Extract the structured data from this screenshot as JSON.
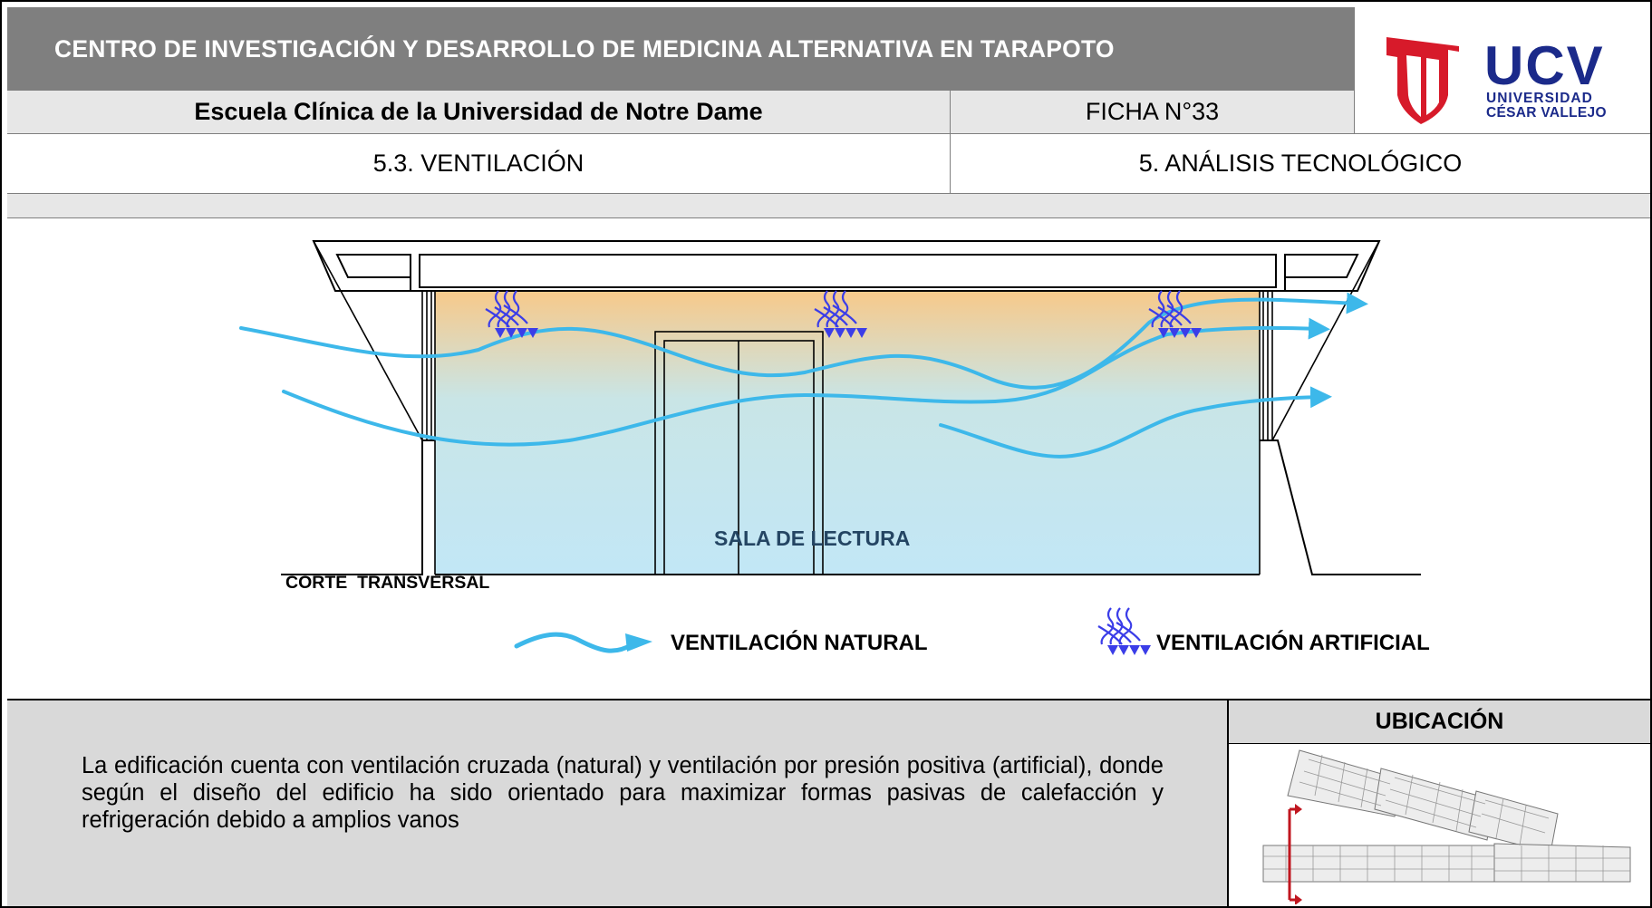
{
  "header": {
    "title": "CENTRO DE INVESTIGACIÓN Y DESARROLLO DE MEDICINA ALTERNATIVA EN TARAPOTO",
    "subtitle": "Escuela Clínica de la Universidad de Notre Dame",
    "ficha": "FICHA N°33",
    "section_left": "5.3. VENTILACIÓN",
    "section_right": "5. ANÁLISIS TECNOLÓGICO"
  },
  "logo": {
    "acronym": "UCV",
    "line1": "UNIVERSIDAD",
    "line2": "CÉSAR VALLEJO",
    "shield_color": "#d71a2a",
    "text_color": "#1b2a8a"
  },
  "diagram": {
    "room_label": "SALA DE LECTURA",
    "section_label": "CORTE  TRANSVERSAL",
    "legend_natural": "VENTILACIÓN NATURAL",
    "legend_artificial": "VENTILACIÓN ARTIFICIAL",
    "natural_color": "#3db8ea",
    "artificial_color": "#3b3de8",
    "room_gradient_top": "#f7c98a",
    "room_gradient_bottom": "#c2e7f6",
    "diffuser_count": 3,
    "airflow_count": 3
  },
  "description": "La edificación cuenta con ventilación cruzada (natural) y ventilación por presión positiva (artificial), donde según el diseño del edificio ha sido orientado para maximizar formas pasivas de calefacción y refrigeración debido a amplios vanos",
  "location": {
    "heading": "UBICACIÓN",
    "marker_color": "#c0161f"
  }
}
